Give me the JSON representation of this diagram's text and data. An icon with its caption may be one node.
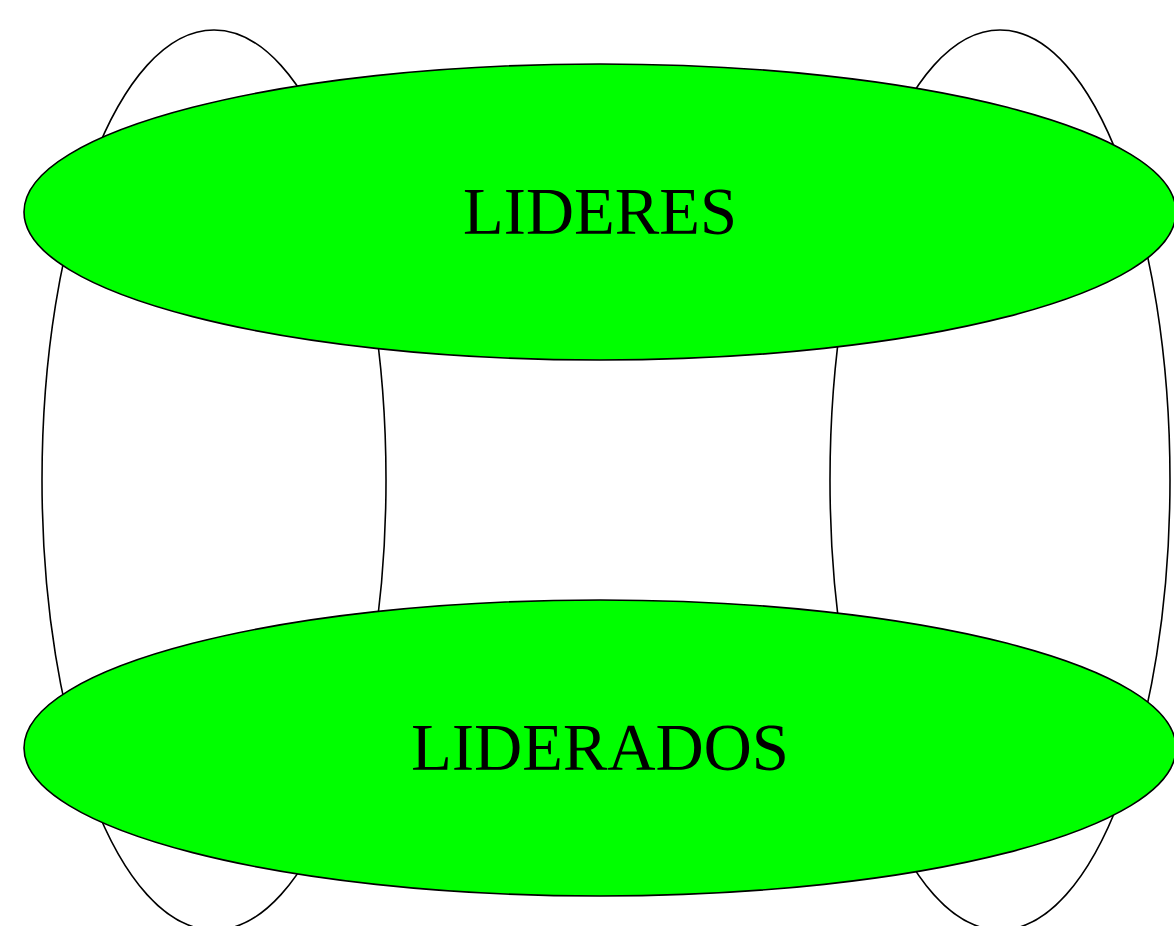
{
  "diagram": {
    "nodes": [
      {
        "text": [
          "LIDERES"
        ]
      },
      {
        "text": [
          "LIDERADOS"
        ]
      },
      {
        "text": [],
        "shape": "ellipse"
      },
      {
        "text": [],
        "shape": "ellipse"
      }
    ]
  }
}
